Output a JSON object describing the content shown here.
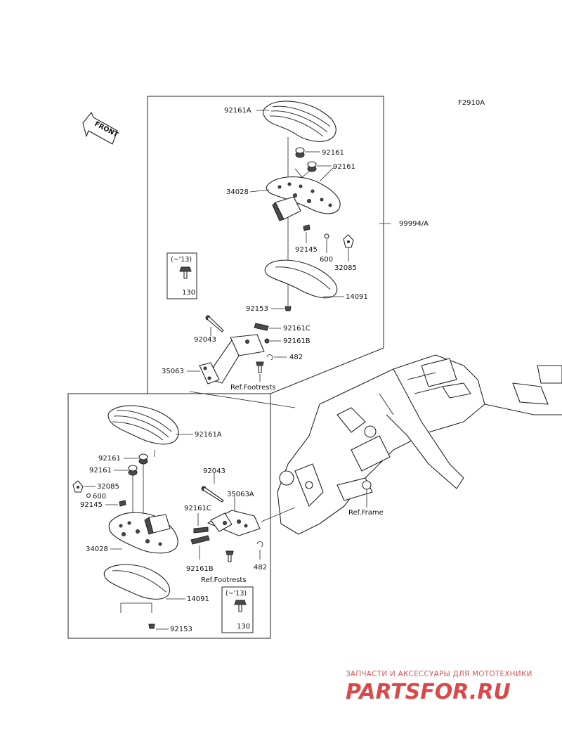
{
  "diagram_id": "F2910A",
  "front_label": "FRONT",
  "upper_group": {
    "labels": {
      "p92161A": "92161A",
      "p92161_a": "92161",
      "p92161_b": "92161",
      "p34028": "34028",
      "p99994": "99994/A",
      "p92145": "92145",
      "p600": "600",
      "p32085": "32085",
      "p14091": "14091",
      "p92153": "92153",
      "p92043": "92043",
      "p92161C": "92161C",
      "p92161B": "92161B",
      "p482": "482",
      "p35063": "35063",
      "ref_footrests": "Ref.Footrests"
    },
    "inset": {
      "year_note": "(~'13)",
      "part": "130"
    }
  },
  "lower_group": {
    "labels": {
      "p92161A": "92161A",
      "p92161_a": "92161",
      "p92161_b": "92161",
      "p32085": "32085",
      "p600": "600",
      "p92145": "92145",
      "p34028": "34028",
      "p14091": "14091",
      "p92153": "92153",
      "p92043": "92043",
      "p35063A": "35063A",
      "p92161C": "92161C",
      "p92161B": "92161B",
      "p482": "482",
      "ref_footrests": "Ref.Footrests"
    },
    "inset": {
      "year_note": "(~'13)",
      "part": "130"
    }
  },
  "frame_label": "Ref.Frame",
  "watermark": {
    "tagline": "ЗАПЧАСТИ И АКСЕССУАРЫ ДЛЯ МОТОТЕХНИКИ",
    "brand": "PARTSFOR.RU"
  },
  "colors": {
    "line": "#222222",
    "watermark": "#d84a4a"
  }
}
